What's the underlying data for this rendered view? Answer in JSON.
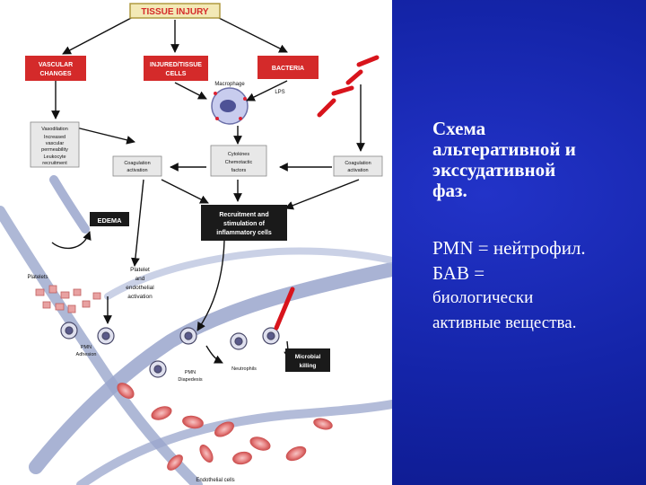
{
  "diagram": {
    "top_box": "TISSUE INJURY",
    "vascular_changes": [
      "VASCULAR",
      "CHANGES"
    ],
    "injured_cells": [
      "INJURED/TISSUE",
      "CELLS"
    ],
    "bacteria": "BACTERIA",
    "macrophage_label": "Macrophage",
    "lps_label": "LPS",
    "vascular_effects": [
      "Vasodilation",
      "Increased",
      "vascular",
      "permeability",
      "Leukocyte",
      "recruitment"
    ],
    "coag_left": [
      "Coagulation",
      "activation"
    ],
    "cytokines": [
      "Cytokines",
      "Chemotactic",
      "factors"
    ],
    "coag_right": [
      "Coagulation",
      "activation"
    ],
    "edema": "EDEMA",
    "recruitment": [
      "Recruitment and",
      "stimulation of",
      "inflammatory cells"
    ],
    "platelet_activation": [
      "Platelet",
      "and",
      "endothelial",
      "activation"
    ],
    "platelets": "Platelets",
    "pmn_adhesion": [
      "PMN",
      "Adhesion"
    ],
    "pmn_diapedesis": [
      "PMN",
      "Diapedesis"
    ],
    "neutrophils": "Neutrophils",
    "microbial_killing": [
      "Microbial",
      "killing"
    ],
    "endothelial_cells": "Endothelial cells"
  },
  "caption": {
    "title_lines": [
      "Схема",
      "альтеративной и",
      "экссудативной",
      "фаз."
    ],
    "body_lines": [
      "PMN = нейтрофил.",
      "БАВ =",
      "биологически",
      "активные вещества."
    ]
  },
  "colors": {
    "background": "#1424a8",
    "panel": "#ffffff",
    "red_box": "#d42a2a",
    "dark_box": "#1a1a1a",
    "light_box": "#e8e8e8",
    "vessel": "#9aa6cc",
    "rbc": "#e27a7a",
    "bacteria": "#d8141c"
  }
}
